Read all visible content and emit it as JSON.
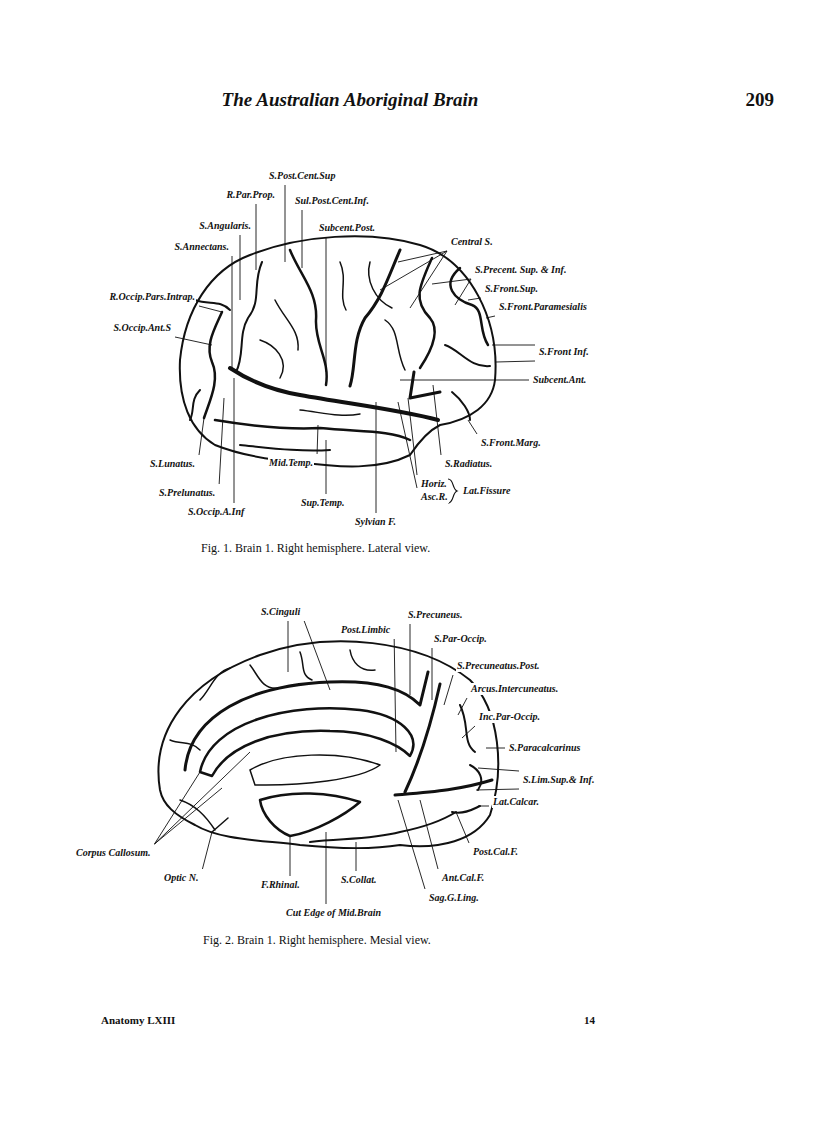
{
  "diagram": {
    "title": "The Australian Aboriginal Brain",
    "caption": "Fig. 1. Brain 1. Right hemisphere. Lateral view.",
    "labels": [
      "209",
      "S.Post.Cent.Sup",
      "R.Par.Prop.",
      "Sul.Post.Cent.Inf.",
      "S.Angularis.",
      "Subcent.Post.",
      "S.Annectans.",
      "Central S.",
      "S.Precent. Sup. & Inf.",
      "R.Occip.Pars.Intrap.",
      "S.Front.Sup.",
      "S.Front.Paramesialis",
      "S.Occip.Ant.S",
      "S.Front Inf.",
      "Subcent.Ant.",
      "S.Front.Marg.",
      "S.Radiatus.",
      "S.Lunatus.",
      "Mid.Temp.",
      "S.Prelunatus.",
      "Horiz.",
      "Asc.R.",
      "Lat.Fissure",
      "Sup.Temp.",
      "S.Occip.A.Inf",
      "Sylvian F.",
      "S.Cinguli",
      "S.Precuneus.",
      "Post.Limbic",
      "S.Par-Occip.",
      "S.Precuneatus.Post.",
      "Arcus.Intercuneatus.",
      "Inc.Par-Occip.",
      "S.Paracalcarinus",
      "S.Lim.Sup.& Inf.",
      "Lat.Calcar.",
      "Corpus Callosum.",
      "Post.Cal.F.",
      "Optic N.",
      "Ant.Cal.F.",
      "F.Rhinal.",
      "S.Collat.",
      "Sag.G.Ling.",
      "Cut Edge of Mid.Brain",
      "Fig. 2. Brain 1. Right hemisphere. Mesial view.",
      "Anatomy LXIII",
      "14"
    ]
  }
}
